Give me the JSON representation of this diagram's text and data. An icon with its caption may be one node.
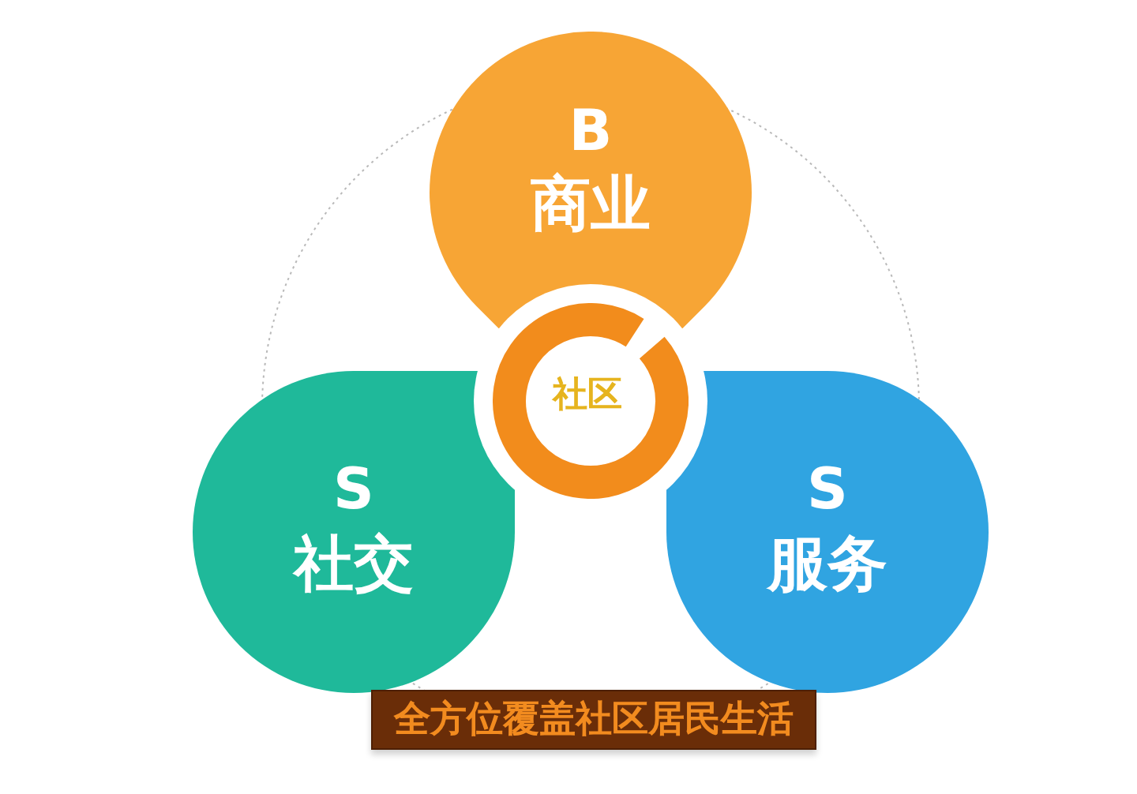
{
  "diagram": {
    "nodes": [
      {
        "text": [
          "B",
          "商业"
        ]
      },
      {
        "text": [
          "S",
          "社交"
        ]
      },
      {
        "text": [
          "S",
          "服务"
        ]
      },
      {
        "text": [
          "社区"
        ]
      },
      {
        "text": [
          "全方位覆盖社区居民生活"
        ]
      }
    ]
  }
}
